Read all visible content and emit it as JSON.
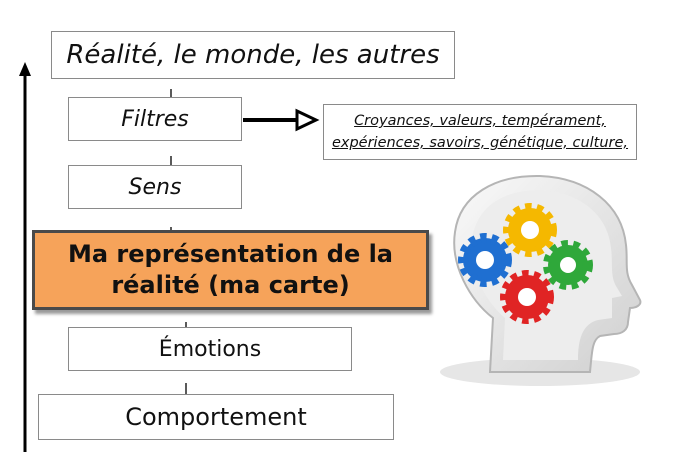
{
  "boxes": {
    "reality": "Réalité, le monde, les autres",
    "filters": "Filtres",
    "filter_details_line1": "Croyances, valeurs, tempérament,",
    "filter_details_line2": "expériences, savoirs, génétique, culture,",
    "meaning": "Sens",
    "representation_line1": "Ma représentation de la",
    "representation_line2": "réalité (ma carte)",
    "emotions": "Émotions",
    "behavior": "Comportement"
  },
  "colors": {
    "representation_fill": "#f6a35a",
    "gear_yellow": "#f5b800",
    "gear_blue": "#1f6fd1",
    "gear_green": "#2fa83a",
    "gear_red": "#e02424"
  },
  "illustration": "head-with-gears-icon"
}
